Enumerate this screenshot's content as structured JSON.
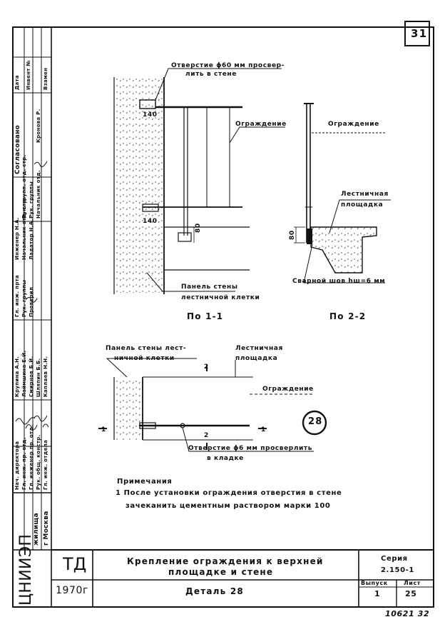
{
  "sheet": {
    "page_number": "31",
    "detail_circle": "28",
    "stamp_number": "10621 32"
  },
  "drawing": {
    "top_hole_note": [
      "Отверстие ϕ60 мм просвер-",
      "лить в стене"
    ],
    "railing_label_left": "Ограждение",
    "railing_label_right": "Ограждение",
    "dim_140_top": "140",
    "dim_140_bottom": "140",
    "dim_80_left": "80",
    "dim_80_right": "80",
    "wall_panel_label": [
      "Панель стены",
      "лестничной клетки"
    ],
    "landing_label_right": [
      "Лестничная",
      "площадка"
    ],
    "weld_label": "Сварной шов hш=6 мм",
    "section_1": "По 1-1",
    "section_2": "По 2-2",
    "plan_wall_label": [
      "Панель стены лест-",
      "ничной клетки"
    ],
    "plan_landing_label": [
      "Лестничная",
      "площадка"
    ],
    "plan_railing_label": "Ограждение",
    "plan_cut_2_top": "2",
    "plan_cut_2_bottom": "2",
    "plan_cut_1_left": "1",
    "plan_cut_1_right": "1",
    "plan_hole_note": [
      "Отверстие ϕ6 мм просверлить",
      "в кладке"
    ]
  },
  "notes": {
    "heading": "Примечания",
    "line1": "1 После установки ограждения отверстия в стене",
    "line2": "зачеканить цементным раствором марки 100"
  },
  "title_block": {
    "org_code": "ТД",
    "year": "1970г",
    "title_line1": "Крепление ограждения к верхней",
    "title_line2": "площадке и стене",
    "detail": "Деталь 28",
    "series_label": "Серия",
    "series_value": "2.150-1",
    "issue_label": "Выпуск",
    "issue_value": "1",
    "sheet_label": "Лист",
    "sheet_value": "25"
  },
  "side_strip": {
    "institute": "ЦНИИЭП",
    "institute_sub": "жилища",
    "city": "г Москва",
    "agreed": "Согласовано",
    "date_col": "Дата",
    "inv_col": "Инвент №",
    "vzamen_col": "Взамен",
    "roles": [
      "Нач. директора",
      "Гл. инж. пр. отд.",
      "Гл. инженер пр. отд.",
      "Рук. общ. констр.",
      "Гл. инж. отдела",
      "Крупина А.Н.",
      "Лаймшина Е.Й.",
      "Смирнов Б.Й.",
      "Шляпин Б.Б.",
      "Каплаев Н.Н.",
      "Гл. инж. прта",
      "Рук. группы",
      "Проверил",
      "Инженер Н.А.",
      "Начальник отд. стр.",
      "Ладатор Н.А.",
      "Рук. групп. отд. стр.",
      "Рук. группы",
      "Начальник отд.",
      "Кронова Р."
    ]
  }
}
